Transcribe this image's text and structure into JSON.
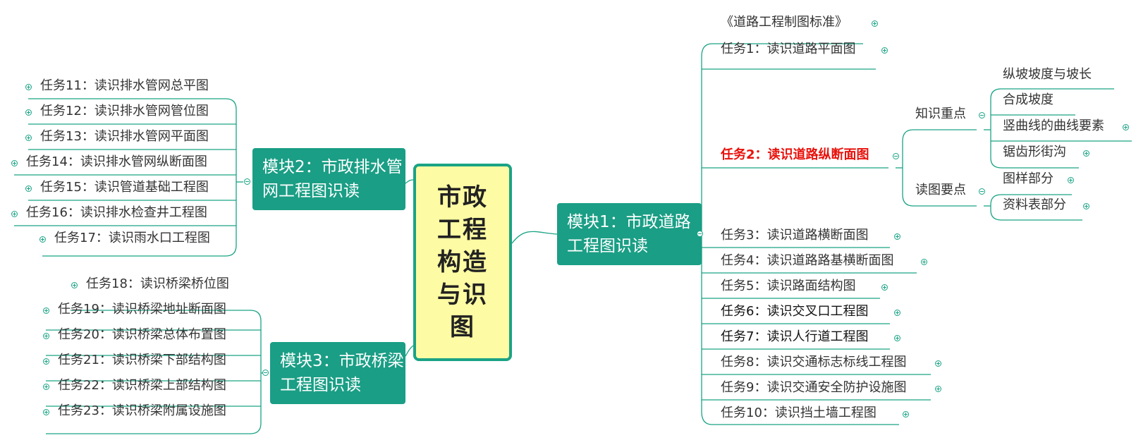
{
  "root": {
    "title": "市政工程构造与识图"
  },
  "modules": {
    "m1": {
      "label": "模块1：市政道路工程图识读"
    },
    "m2": {
      "label": "模块2：市政排水管网工程图识读"
    },
    "m3": {
      "label": "模块3：市政桥梁工程图识读"
    }
  },
  "m1_items": {
    "standard": "《道路工程制图标准》",
    "t1": "任务1：读识道路平面图",
    "t2": "任务2：读识道路纵断面图",
    "t3": "任务3：读识道路横断面图",
    "t4": "任务4：读识道路路基横断面图",
    "t5": "任务5：读识路面结构图",
    "t6": "任务6：读识交叉口工程图",
    "t7": "任务7：读识人行道工程图",
    "t8": "任务8：读识交通标志标线工程图",
    "t9": "任务9：读识交通安全防护设施图",
    "t10": "任务10：读识挡土墙工程图"
  },
  "t2_children": {
    "knowledge": "知识重点",
    "reading": "读图要点",
    "k1": "纵坡坡度与坡长",
    "k2": "合成坡度",
    "k3": "竖曲线的曲线要素",
    "k4": "锯齿形街沟",
    "r1": "图样部分",
    "r2": "资料表部分"
  },
  "m2_items": {
    "t11": "任务11：读识排水管网总平图",
    "t12": "任务12：读识排水管网管位图",
    "t13": "任务13：读识排水管网平面图",
    "t14": "任务14：读识排水管网纵断面图",
    "t15": "任务15：读识管道基础工程图",
    "t16": "任务16：读识排水检查井工程图",
    "t17": "任务17：读识雨水口工程图"
  },
  "m3_items": {
    "t18": "任务18：读识桥梁桥位图",
    "t19": "任务19：读识桥梁地址断面图",
    "t20": "任务20：读识桥梁总体布置图",
    "t21": "任务21：读识桥梁下部结构图",
    "t22": "任务22：读识桥梁上部结构图",
    "t23": "任务23：读识桥梁附属设施图"
  },
  "colors": {
    "accent": "#1aa385",
    "module_fill": "#1a9e85",
    "root_fill": "#fdfba3",
    "highlight": "#e8120c"
  }
}
